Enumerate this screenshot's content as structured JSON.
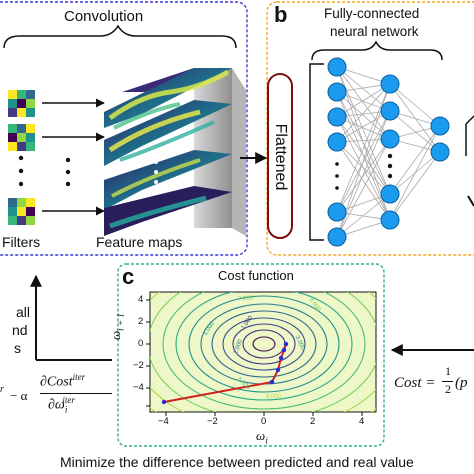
{
  "panel_a": {
    "title": "Convolution",
    "filters_label": "Filters",
    "feature_maps_label": "Feature maps"
  },
  "panel_b": {
    "letter": "b",
    "title_line1": "Fully-connected",
    "title_line2": "neural network",
    "flatten_label": "Flattened"
  },
  "panel_c": {
    "letter": "c",
    "title": "Cost function",
    "x_label": "ω",
    "x_sub": "i",
    "y_label": "ω",
    "y_sub": "i + 1",
    "x_ticks": [
      "−4",
      "−2",
      "0",
      "2",
      "4"
    ],
    "y_ticks": [
      "4",
      "2",
      "0",
      "−2",
      "−4"
    ],
    "contour_labels": [
      "1.000",
      "2.000",
      "3.000",
      "4.000",
      "5.000",
      "6.000",
      "7.000",
      "8.000"
    ]
  },
  "left_text": {
    "line1": "all",
    "line2": "nd",
    "line3": "s",
    "update_left": "r",
    "update_minus": "− α",
    "update_num": "∂Cost",
    "update_num_sup": "iter",
    "update_den": "∂ω",
    "update_den_sub": "i",
    "update_den_sup": "iter"
  },
  "right_text": {
    "cost_lhs": "Cost =",
    "frac_num": "1",
    "frac_den": "2",
    "cost_rhs": "(p"
  },
  "bottom_caption": "Minimize the difference between predicted and real value",
  "colors": {
    "panel_a_border": "#3a3adb",
    "panel_b_border": "#f5a623",
    "panel_c_border": "#2bb673",
    "node": "#1a9bf0",
    "node_stroke": "#0a5fa0",
    "flatten_border": "#7a1010",
    "path_red": "#d0201e",
    "path_blue": "#2a2ad8"
  }
}
